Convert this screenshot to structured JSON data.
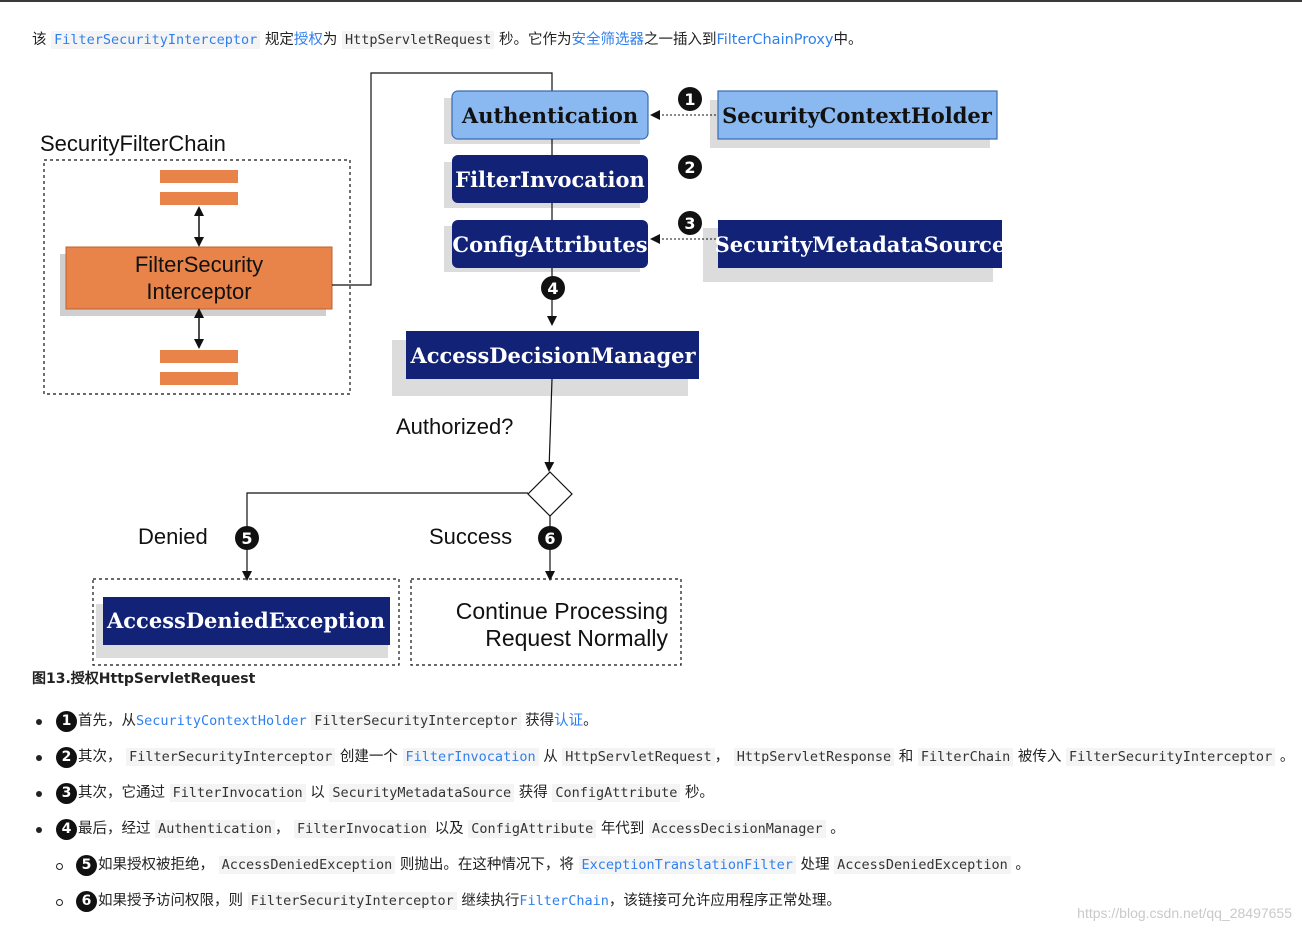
{
  "intro": {
    "prefix": "该",
    "interceptor": "FilterSecurityInterceptor",
    "t1": "规定",
    "authz_link": "授权",
    "t2": "为",
    "request": "HttpServletRequest",
    "t3": "秒。它作为",
    "filters_link": "安全筛选器",
    "t4": "之一插入到",
    "proxy_link": "FilterChainProxy",
    "t5": "中。"
  },
  "diagram": {
    "chain_title": "SecurityFilterChain",
    "interceptor_line1": "FilterSecurity",
    "interceptor_line2": "Interceptor",
    "authentication": "Authentication",
    "filter_invocation": "FilterInvocation",
    "config_attributes": "ConfigAttributes",
    "security_context_holder": "SecurityContextHolder",
    "security_metadata_source": "SecurityMetadataSource",
    "access_decision_manager": "AccessDecisionManager",
    "authorized_label": "Authorized?",
    "denied_label": "Denied",
    "success_label": "Success",
    "access_denied_exception": "AccessDeniedException",
    "continue_line1": "Continue Processing",
    "continue_line2": "Request Normally",
    "step_numbers": [
      "1",
      "2",
      "3",
      "4",
      "5",
      "6"
    ],
    "colors": {
      "light_blue": "#8ab8f0",
      "navy": "#112277",
      "orange": "#e8834a"
    }
  },
  "caption": "图13.授权HttpServletRequest",
  "notes": [
    {
      "num": "1",
      "a": "首先，从",
      "b": "SecurityContextHolder",
      "c": "FilterSecurityInterceptor",
      "d": "获得",
      "e": "认证",
      "f": "。"
    },
    {
      "num": "2",
      "a": "其次，",
      "b": "FilterSecurityInterceptor",
      "c": "创建一个",
      "d": "FilterInvocation",
      "e": "从",
      "f": "HttpServletRequest",
      "g": "，",
      "h": "HttpServletResponse",
      "i": "和",
      "j": "FilterChain",
      "k": "被传入",
      "l": "FilterSecurityInterceptor",
      "m": "。"
    },
    {
      "num": "3",
      "a": "其次，它通过",
      "b": "FilterInvocation",
      "c": "以",
      "d": "SecurityMetadataSource",
      "e": "获得",
      "f": "ConfigAttribute",
      "g": "秒。"
    },
    {
      "num": "4",
      "a": "最后，经过",
      "b": "Authentication",
      "c": "，",
      "d": "FilterInvocation",
      "e": "以及",
      "f": "ConfigAttribute",
      "g": "年代到",
      "h": "AccessDecisionManager",
      "i": "。"
    },
    {
      "num": "5",
      "a": "如果授权被拒绝，",
      "b": "AccessDeniedException",
      "c": "则抛出。在这种情况下，将",
      "d": "ExceptionTranslationFilter",
      "e": "处理",
      "f": "AccessDeniedException",
      "g": "。"
    },
    {
      "num": "6",
      "a": "如果授予访问权限，则",
      "b": "FilterSecurityInterceptor",
      "c": "继续执行",
      "d": "FilterChain",
      "e": "，该链接可允许应用程序正常处理。"
    }
  ],
  "watermark": "https://blog.csdn.net/qq_28497655"
}
